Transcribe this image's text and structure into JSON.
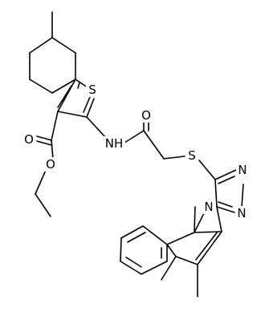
{
  "atoms": [
    {
      "id": "S_thiophene",
      "label": "S"
    },
    {
      "id": "O_carbonyl_ester",
      "label": "O"
    },
    {
      "id": "O_ether_ester",
      "label": "O"
    },
    {
      "id": "NH_amide",
      "label": "NH"
    },
    {
      "id": "O_amide",
      "label": "O"
    },
    {
      "id": "S_thioether",
      "label": "S"
    },
    {
      "id": "N_triazole_2",
      "label": "N"
    },
    {
      "id": "N_triazole_3",
      "label": "N"
    },
    {
      "id": "N_bridgehead",
      "label": "N"
    }
  ],
  "colors": {
    "bond": "#000000",
    "background": "#ffffff"
  }
}
